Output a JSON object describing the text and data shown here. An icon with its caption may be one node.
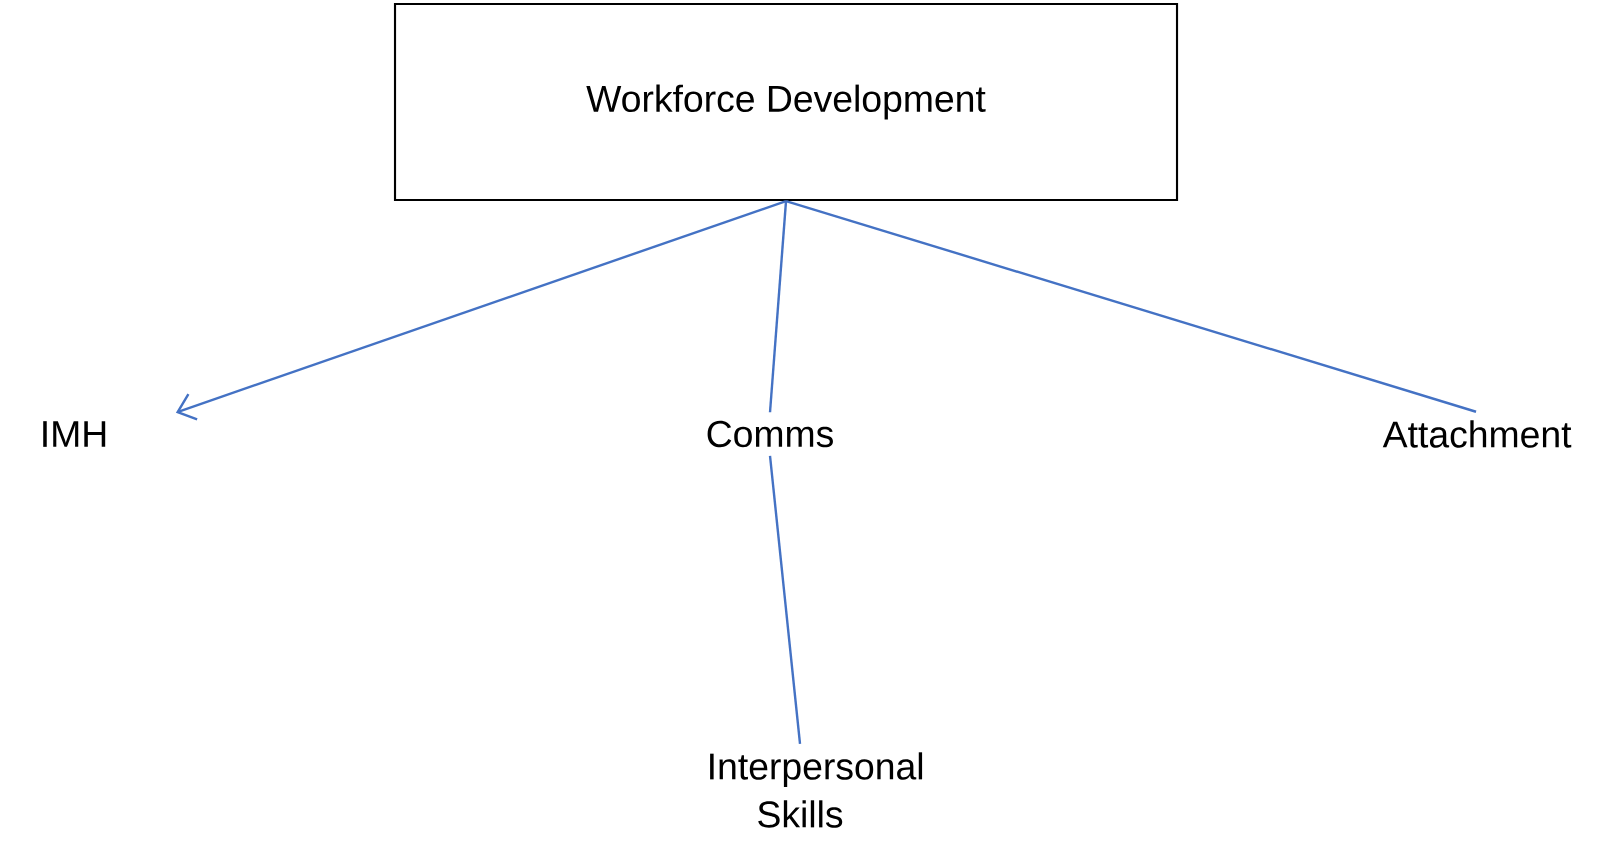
{
  "diagram": {
    "nodes": [
      {
        "text": [
          "Workforce Development"
        ]
      },
      {
        "text": [
          "IMH"
        ]
      },
      {
        "text": [
          "Comms"
        ]
      },
      {
        "text": [
          "Attachment"
        ]
      },
      {
        "text": [
          "Interpersonal Skills"
        ]
      }
    ],
    "edges": [
      {
        "from": 0,
        "to": 1,
        "arrow": "to"
      },
      {
        "from": 0,
        "to": 2,
        "arrow": "none"
      },
      {
        "from": 0,
        "to": 3,
        "arrow": "none"
      },
      {
        "from": 2,
        "to": 4,
        "arrow": "none"
      }
    ]
  }
}
